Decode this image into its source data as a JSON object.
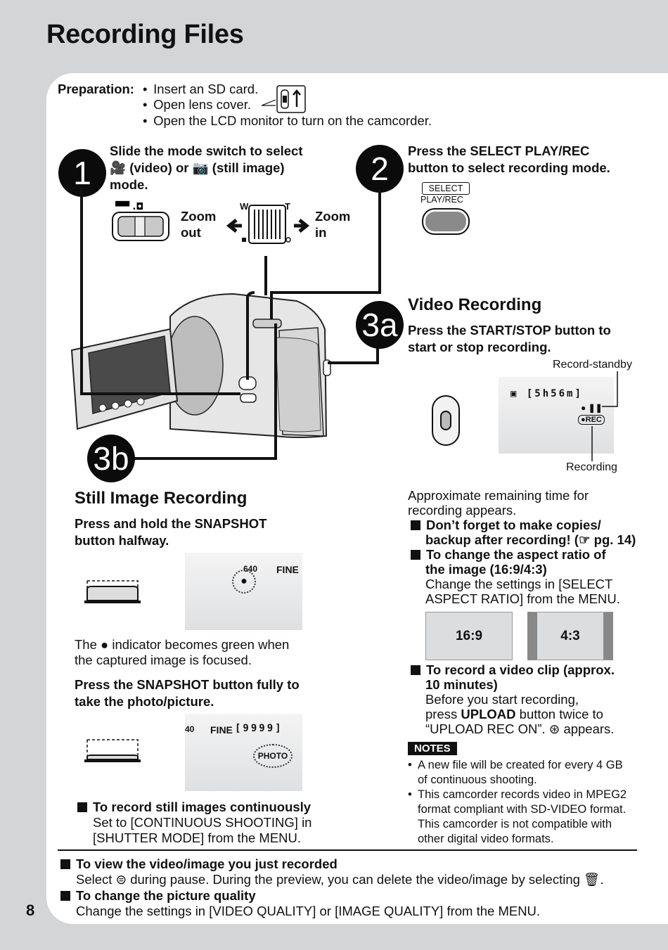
{
  "header": {
    "title": "Recording Files"
  },
  "preparation": {
    "label": "Preparation:",
    "items": [
      "Insert an SD card.",
      "Open lens cover.",
      "Open the LCD monitor to turn on the camcorder."
    ]
  },
  "step1": {
    "number": "1",
    "line1": "Slide the mode switch to select",
    "line2_a": "(video) or",
    "line2_b": "(still image)",
    "line3": "mode.",
    "zoom_out_1": "Zoom",
    "zoom_out_2": "out",
    "zoom_in_1": "Zoom",
    "zoom_in_2": "in",
    "w": "W",
    "t": "T"
  },
  "step2": {
    "number": "2",
    "line1": "Press the SELECT PLAY/REC",
    "line2": "button to select recording mode.",
    "button_top": "SELECT",
    "button_bottom": "PLAY/REC"
  },
  "step3a": {
    "number": "3a",
    "title": "Video Recording",
    "line1": "Press the START/STOP button to",
    "line2": "start or stop recording.",
    "standby_label": "Record-standby",
    "recording_label": "Recording",
    "lcd_time": "[5h56m]",
    "lcd_rec": "●REC"
  },
  "step3b": {
    "number": "3b",
    "title": "Still Image Recording",
    "half_1": "Press and hold the SNAPSHOT",
    "half_2": "button halfway.",
    "lcd1_size": "640",
    "lcd1_quality": "FINE",
    "indicator_pre": "The",
    "indicator_post": "indicator becomes green when",
    "indicator_line2": "the captured image is focused.",
    "full_1": "Press the SNAPSHOT button fully to",
    "full_2": "take the photo/picture.",
    "lcd2_size": "40",
    "lcd2_quality": "FINE",
    "lcd2_count": "[9999]",
    "lcd2_photo": "PHOTO",
    "cont_title": "To record still images continuously",
    "cont_1": "Set to [CONTINUOUS SHOOTING] in",
    "cont_2": "[SHUTTER MODE] from the MENU."
  },
  "right_col": {
    "approx_1": "Approximate remaining time for",
    "approx_2": "recording appears.",
    "copy_1": "Don’t forget to make copies/",
    "copy_2": "backup after recording! (",
    "copy_ref": "pg. 14)",
    "aspect_1": "To change the aspect ratio of",
    "aspect_2": "the image (16:9/4:3)",
    "aspect_3": "Change the settings in [SELECT",
    "aspect_4": "ASPECT RATIO] from the MENU.",
    "ratio_a": "16:9",
    "ratio_b": "4:3",
    "clip_1": "To record a video clip (approx.",
    "clip_2": "10 minutes)",
    "clip_3": "Before you start recording,",
    "clip_4_a": "press",
    "clip_4_b": "UPLOAD",
    "clip_4_c": "button twice to",
    "clip_5_a": "“UPLOAD REC ON”.",
    "clip_5_b": "appears.",
    "notes_label": "NOTES",
    "note1_1": "A new file will be created for every 4 GB",
    "note1_2": "of continuous shooting.",
    "note2_1": "This camcorder records video in MPEG2",
    "note2_2": "format compliant with SD-VIDEO format.",
    "note2_3": "This camcorder is not compatible with",
    "note2_4": "other digital video formats."
  },
  "footer": {
    "view_title": "To view the video/image you just recorded",
    "view_a": "Select",
    "view_b": "during pause. During the preview, you can delete the video/image by selecting",
    "quality_title": "To change the picture quality",
    "quality_text": "Change the settings in [VIDEO QUALITY] or [IMAGE QUALITY] from the MENU.",
    "page_number": "8"
  }
}
